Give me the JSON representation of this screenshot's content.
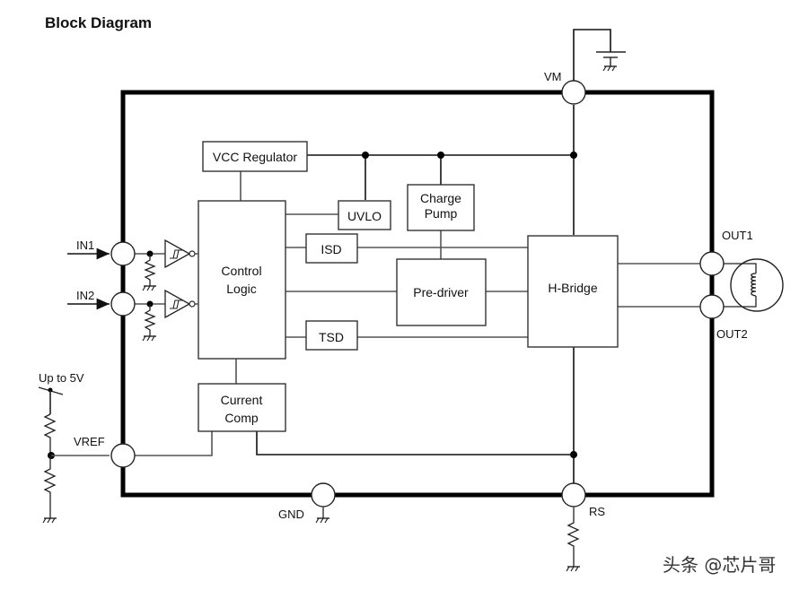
{
  "title": "Block Diagram",
  "blocks": {
    "vcc_regulator": "VCC Regulator",
    "uvlo": "UVLO",
    "charge_pump": [
      "Charge",
      "Pump"
    ],
    "control_logic": [
      "Control",
      "Logic"
    ],
    "isd": "ISD",
    "pre_driver": "Pre-driver",
    "tsd": "TSD",
    "h_bridge": "H-Bridge",
    "current_comp": [
      "Current",
      "Comp"
    ]
  },
  "pins": {
    "vm": "VM",
    "in1": "IN1",
    "in2": "IN2",
    "out1": "OUT1",
    "out2": "OUT2",
    "vref": "VREF",
    "gnd": "GND",
    "rs": "RS"
  },
  "annotations": {
    "vref_supply": "Up to 5V"
  },
  "icons": {
    "motor": "motor-coil-icon",
    "ground": "ground-icon",
    "resistor": "resistor-icon",
    "capacitor": "capacitor-icon",
    "schmitt_buffer": "schmitt-inverter-icon"
  },
  "watermark": "头条 @芯片哥"
}
